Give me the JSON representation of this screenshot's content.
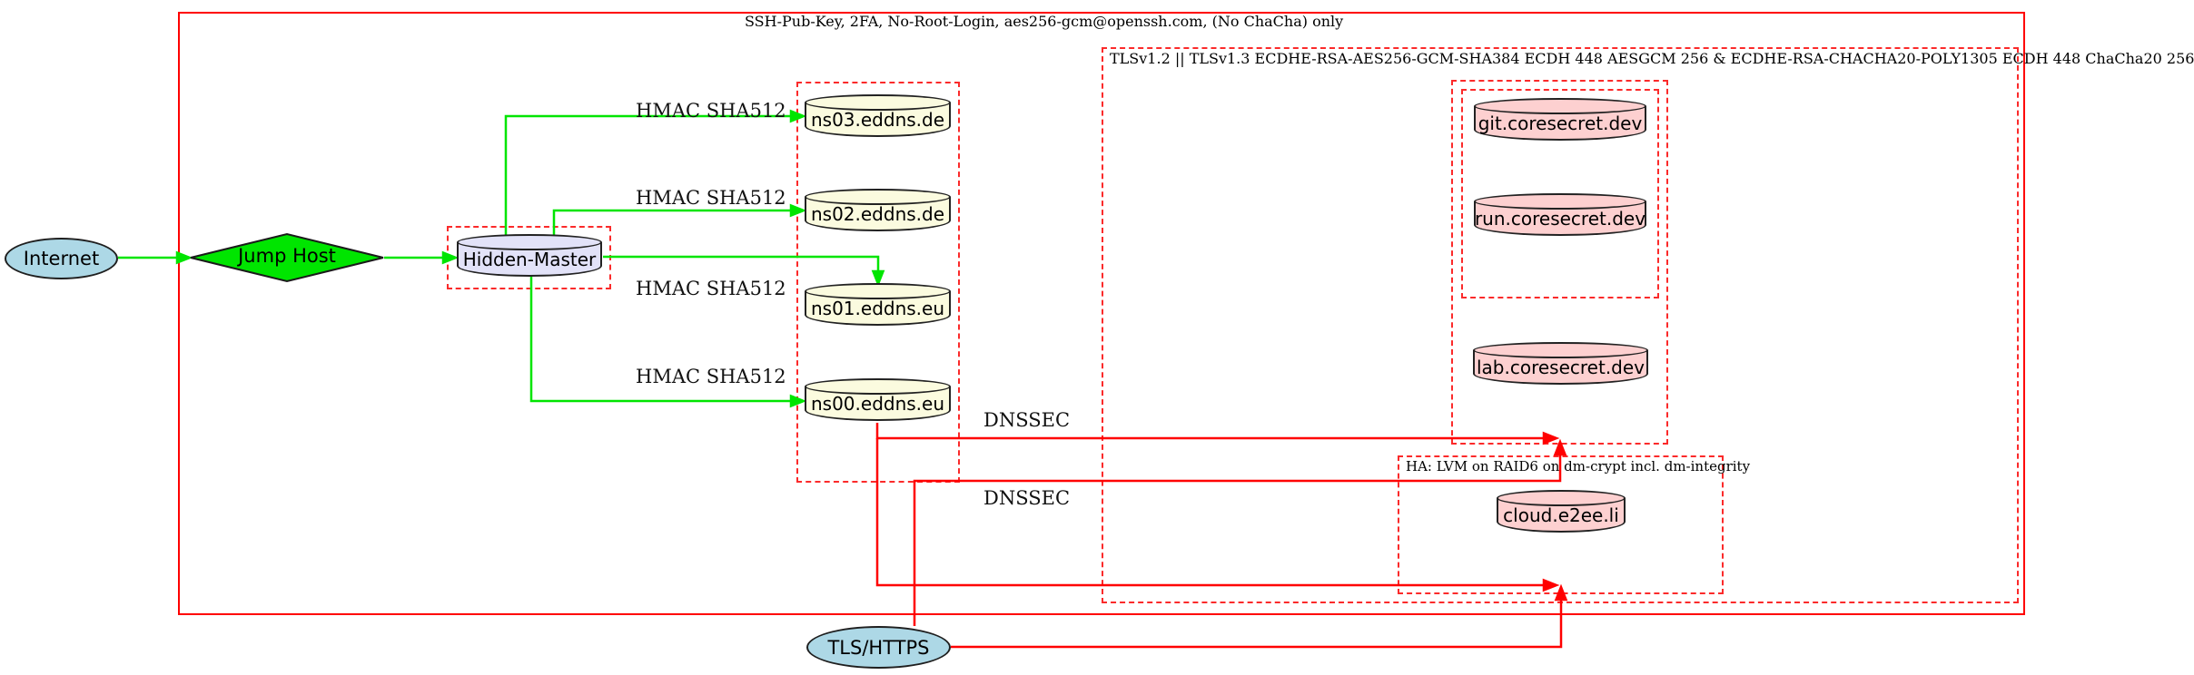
{
  "clusters": {
    "ssh": {
      "label": "SSH-Pub-Key, 2FA, No-Root-Login, aes256-gcm@openssh.com, (No ChaCha) only"
    },
    "tls": {
      "label": "TLSv1.2 || TLSv1.3 ECDHE-RSA-AES256-GCM-SHA384 ECDH 448 AESGCM 256 & ECDHE-RSA-CHACHA20-POLY1305 ECDH 448 ChaCha20 256"
    },
    "ha": {
      "label": "HA: LVM on RAID6 on dm-crypt incl. dm-integrity"
    }
  },
  "nodes": {
    "internet": {
      "label": "Internet",
      "shape": "ellipse",
      "fill": "#add8e6"
    },
    "jump_host": {
      "label": "Jump Host",
      "shape": "diamond",
      "fill": "#00e500"
    },
    "hidden_master": {
      "label": "Hidden-Master",
      "shape": "cylinder",
      "fill": "#e2e2f8"
    },
    "ns03": {
      "label": "ns03.eddns.de",
      "shape": "cylinder",
      "fill": "#fbfbdf"
    },
    "ns02": {
      "label": "ns02.eddns.de",
      "shape": "cylinder",
      "fill": "#fbfbdf"
    },
    "ns01": {
      "label": "ns01.eddns.eu",
      "shape": "cylinder",
      "fill": "#fbfbdf"
    },
    "ns00": {
      "label": "ns00.eddns.eu",
      "shape": "cylinder",
      "fill": "#fbfbdf"
    },
    "git": {
      "label": "git.coresecret.dev",
      "shape": "cylinder",
      "fill": "#fdd0d0"
    },
    "run": {
      "label": "run.coresecret.dev",
      "shape": "cylinder",
      "fill": "#fdd0d0"
    },
    "lab": {
      "label": "lab.coresecret.dev",
      "shape": "cylinder",
      "fill": "#fdd0d0"
    },
    "cloud": {
      "label": "cloud.e2ee.li",
      "shape": "cylinder",
      "fill": "#fdd0d0"
    },
    "tls_https": {
      "label": "TLS/HTTPS",
      "shape": "ellipse",
      "fill": "#add8e6"
    }
  },
  "edge_labels": {
    "hmac": "HMAC SHA512",
    "dnssec": "DNSSEC"
  },
  "colors": {
    "secure_edge_green": "#00e500",
    "boundary_red_solid": "#ff0000",
    "boundary_red_dashed": "#fb2a2a",
    "node_blue": "#add8e6",
    "node_lavender": "#e2e2f8",
    "node_yellow": "#fbfbdf",
    "node_pink": "#fdd0d0",
    "node_green": "#00e500"
  }
}
